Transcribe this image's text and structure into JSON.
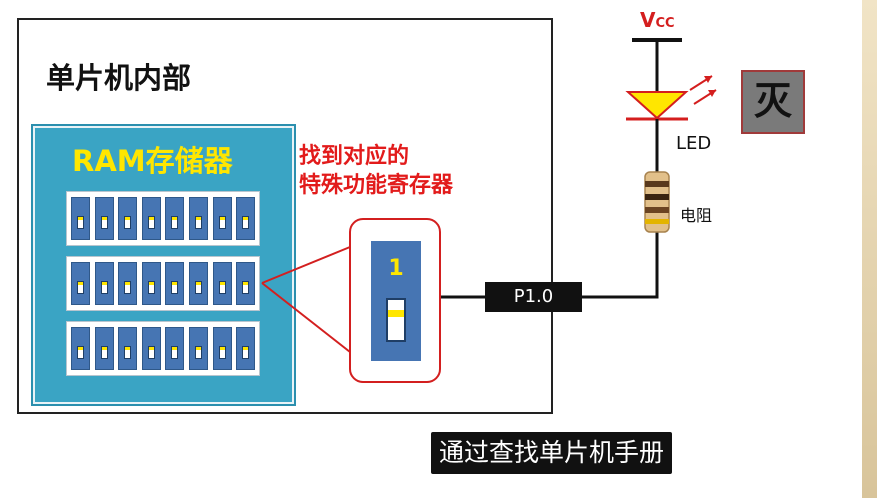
{
  "mcu": {
    "title": "单片机内部"
  },
  "ram": {
    "title": "RAM存储器",
    "rows": [
      {
        "bits": 8
      },
      {
        "bits": 8
      },
      {
        "bits": 8
      }
    ]
  },
  "callout": {
    "line1": "找到对应的",
    "line2": "特殊功能寄存器"
  },
  "zoom": {
    "value": "1"
  },
  "port": {
    "label": "P1.0"
  },
  "vcc": {
    "main": "V",
    "sub": "CC"
  },
  "led": {
    "label": "LED"
  },
  "resistor": {
    "label": "电阻"
  },
  "state": {
    "label": "灭"
  },
  "caption": {
    "text": "通过查找单片机手册"
  },
  "colors": {
    "accent_red": "#e21b1b",
    "panel_blue": "#3aa4c4",
    "bit_blue": "#4675b3",
    "yellow": "#ffe600"
  }
}
